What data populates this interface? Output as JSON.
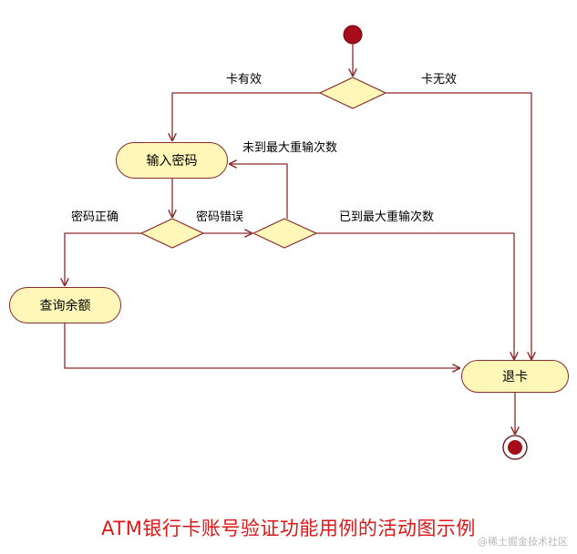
{
  "diagram": {
    "activities": {
      "enter_password": "输入密码",
      "query_balance": "查询余额",
      "eject_card": "退卡"
    },
    "edge_labels": {
      "card_valid": "卡有效",
      "card_invalid": "卡无效",
      "max_retry_not_reached": "未到最大重输次数",
      "password_correct": "密码正确",
      "password_wrong": "密码错误",
      "max_retry_reached": "已到最大重输次数"
    },
    "caption": "ATM银行卡账号验证功能用例的活动图示例",
    "watermark": "@稀土掘金技术社区",
    "colors": {
      "line": "#8b2b2b",
      "node_fill": "#fff7b8",
      "initial_node": "#a50d1a",
      "caption": "#e01616"
    }
  }
}
